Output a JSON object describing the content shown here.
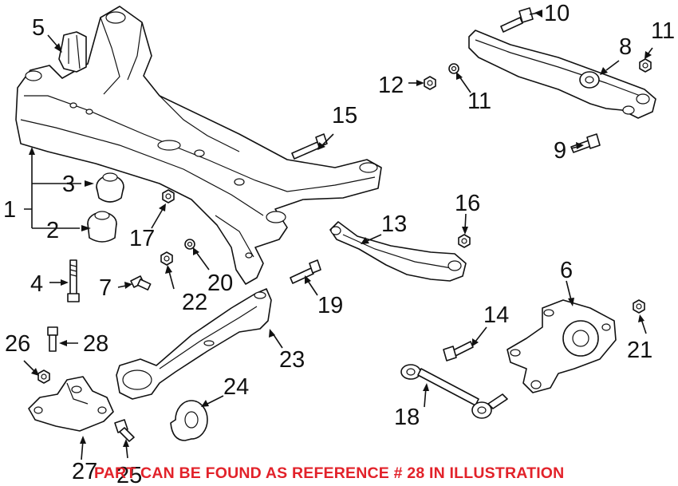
{
  "callouts": {
    "c1": "1",
    "c2": "2",
    "c3": "3",
    "c4": "4",
    "c5": "5",
    "c6": "6",
    "c7": "7",
    "c8": "8",
    "c9": "9",
    "c10": "10",
    "c11a": "11",
    "c11b": "11",
    "c12": "12",
    "c13": "13",
    "c14": "14",
    "c15": "15",
    "c16": "16",
    "c17": "17",
    "c18": "18",
    "c19": "19",
    "c20": "20",
    "c21": "21",
    "c22": "22",
    "c23": "23",
    "c24": "24",
    "c25": "25",
    "c26": "26",
    "c27": "27",
    "c28": "28"
  },
  "footnote": "PART CAN BE FOUND AS REFERENCE # 28 IN ILLUSTRATION",
  "colors": {
    "line": "#111111",
    "footnote": "#e2222a",
    "background": "#ffffff"
  }
}
